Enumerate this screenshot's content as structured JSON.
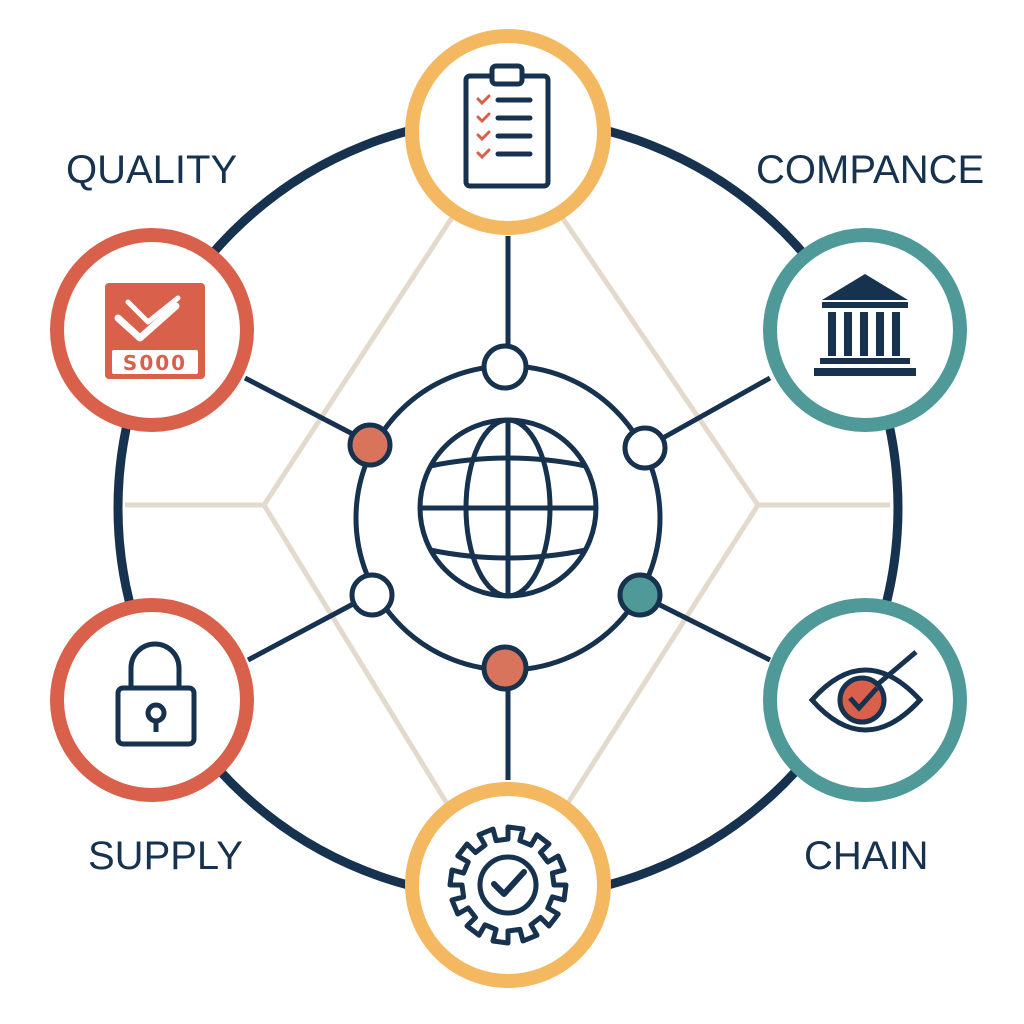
{
  "labels": {
    "top_left": "QUALITY",
    "top_right": "COMPANCE",
    "bottom_left": "SUPPLY",
    "bottom_right": "CHAIN"
  },
  "badge": {
    "text": "S000"
  },
  "nodes": {
    "top": {
      "icon": "clipboard-checklist-icon",
      "ring_color": "#f4b860"
    },
    "upper_left": {
      "icon": "check-badge-icon",
      "ring_color": "#d9604a"
    },
    "upper_right": {
      "icon": "courthouse-icon",
      "ring_color": "#4f9a98"
    },
    "lower_left": {
      "icon": "padlock-icon",
      "ring_color": "#d9604a"
    },
    "lower_right": {
      "icon": "eye-check-icon",
      "ring_color": "#4f9a98"
    },
    "bottom": {
      "icon": "gear-check-icon",
      "ring_color": "#f4b860"
    },
    "center": {
      "icon": "globe-icon"
    }
  },
  "colors": {
    "navy": "#16324f",
    "orange": "#f4b860",
    "red": "#d9604a",
    "teal": "#4f9a98",
    "beige": "#e3d9cc"
  }
}
